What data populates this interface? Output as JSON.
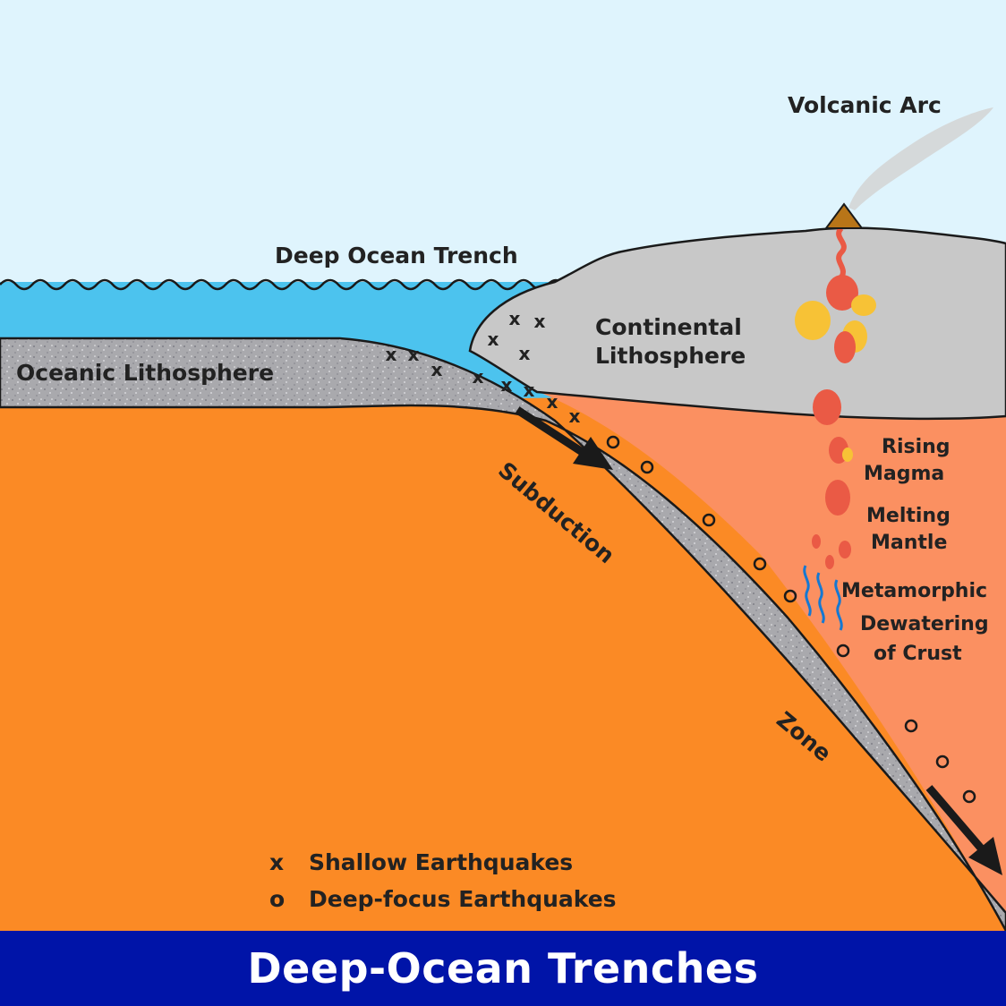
{
  "title": "Deep-Ocean Trenches",
  "labels": {
    "volcanic_arc": "Volcanic Arc",
    "deep_ocean_trench": "Deep Ocean Trench",
    "continental_line1": "Continental",
    "continental_line2": "Lithosphere",
    "oceanic_lithosphere": "Oceanic Lithosphere",
    "subduction": "Subduction",
    "zone": "Zone",
    "rising_line1": "Rising",
    "rising_line2": "Magma",
    "melting_line1": "Melting",
    "melting_line2": "Mantle",
    "metamorphic_line1": "Metamorphic",
    "metamorphic_line2": "Dewatering",
    "metamorphic_line3": "of Crust"
  },
  "legend": {
    "shallow_symbol": "x",
    "shallow_label": "Shallow Earthquakes",
    "deep_symbol": "o",
    "deep_label": "Deep-focus Earthquakes"
  },
  "colors": {
    "sky": "#dff4fd",
    "ocean": "#4cc3ee",
    "mantle": "#fb8a25",
    "mantle_wedge": "#fb9061",
    "continental_crust": "#c8c8c8",
    "oceanic_slab": "#a9a9ad",
    "magma_red": "#ea5a45",
    "magma_yellow": "#f7c236",
    "title_bar": "#0014a8",
    "volcano": "#b87518"
  }
}
